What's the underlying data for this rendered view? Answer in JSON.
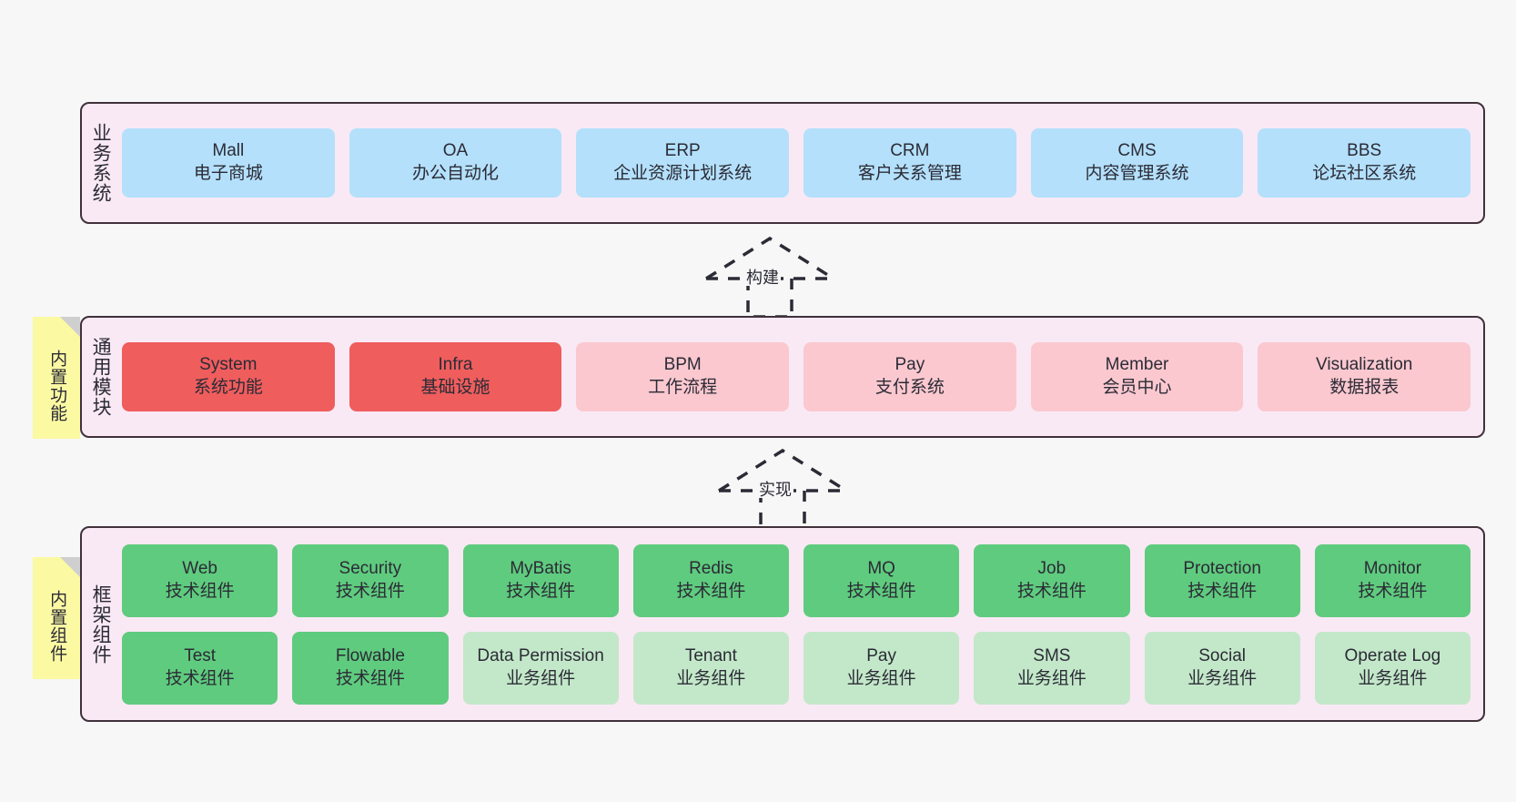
{
  "page": {
    "background_color": "#f7f7f7",
    "panel_fill": "#f9e9f4",
    "panel_border": "#40313b"
  },
  "colors": {
    "business_box": "#b4e0fb",
    "module_core_box": "#ef5d5d",
    "module_box": "#fbc8cf",
    "framework_tech_box": "#5fcb7e",
    "framework_biz_box": "#c3e8c9",
    "note_fill": "#fbf9a2",
    "note_fold": "#cfcfcf"
  },
  "layers": {
    "business": {
      "title": "业务系统",
      "items": [
        {
          "en": "Mall",
          "cn": "电子商城"
        },
        {
          "en": "OA",
          "cn": "办公自动化"
        },
        {
          "en": "ERP",
          "cn": "企业资源计划系统"
        },
        {
          "en": "CRM",
          "cn": "客户关系管理"
        },
        {
          "en": "CMS",
          "cn": "内容管理系统"
        },
        {
          "en": "BBS",
          "cn": "论坛社区系统"
        }
      ]
    },
    "modules": {
      "title": "通用模块",
      "items": [
        {
          "en": "System",
          "cn": "系统功能",
          "style": "c-red"
        },
        {
          "en": "Infra",
          "cn": "基础设施",
          "style": "c-red"
        },
        {
          "en": "BPM",
          "cn": "工作流程",
          "style": "c-pink"
        },
        {
          "en": "Pay",
          "cn": "支付系统",
          "style": "c-pink"
        },
        {
          "en": "Member",
          "cn": "会员中心",
          "style": "c-pink"
        },
        {
          "en": "Visualization",
          "cn": "数据报表",
          "style": "c-pink"
        }
      ]
    },
    "framework": {
      "title": "框架组件",
      "row1": [
        {
          "en": "Web",
          "cn": "技术组件"
        },
        {
          "en": "Security",
          "cn": "技术组件"
        },
        {
          "en": "MyBatis",
          "cn": "技术组件"
        },
        {
          "en": "Redis",
          "cn": "技术组件"
        },
        {
          "en": "MQ",
          "cn": "技术组件"
        },
        {
          "en": "Job",
          "cn": "技术组件"
        },
        {
          "en": "Protection",
          "cn": "技术组件"
        },
        {
          "en": "Monitor",
          "cn": "技术组件"
        }
      ],
      "row2": [
        {
          "en": "Test",
          "cn": "技术组件",
          "style": "c-green"
        },
        {
          "en": "Flowable",
          "cn": "技术组件",
          "style": "c-green"
        },
        {
          "en": "Data Permission",
          "cn": "业务组件",
          "style": "c-lightgreen"
        },
        {
          "en": "Tenant",
          "cn": "业务组件",
          "style": "c-lightgreen"
        },
        {
          "en": "Pay",
          "cn": "业务组件",
          "style": "c-lightgreen"
        },
        {
          "en": "SMS",
          "cn": "业务组件",
          "style": "c-lightgreen"
        },
        {
          "en": "Social",
          "cn": "业务组件",
          "style": "c-lightgreen"
        },
        {
          "en": "Operate Log",
          "cn": "业务组件",
          "style": "c-lightgreen"
        }
      ]
    }
  },
  "notes": [
    {
      "text": "内置功能"
    },
    {
      "text": "内置组件"
    }
  ],
  "connectors": [
    {
      "label": "构建"
    },
    {
      "label": "实现"
    }
  ]
}
